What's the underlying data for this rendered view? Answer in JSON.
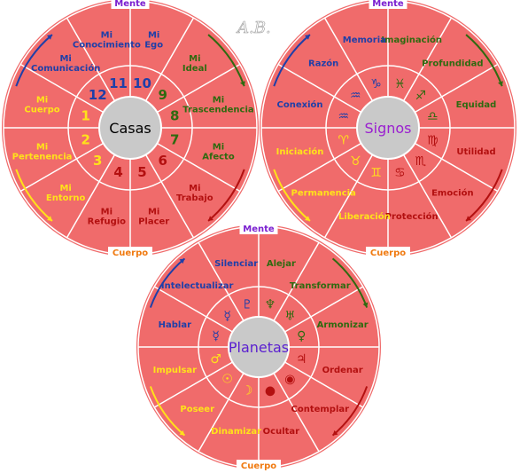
{
  "signature": "A.B.",
  "colors": {
    "wheel": "#f06b6b",
    "divider": "#ffffff",
    "hub": "#c9c9c9",
    "mind_label": "#7a1fd0",
    "body_label": "#f07a10",
    "blue": "#1f3fa8",
    "green": "#2f6a10",
    "red": "#b31010",
    "yellow": "#ffe21a"
  },
  "casas": {
    "title": "Casas",
    "top": "Mente",
    "bottom": "Cuerpo",
    "segments": [
      {
        "label": "Mi\nEgo",
        "color": "blue"
      },
      {
        "label": "Mi\nIdeal",
        "color": "green"
      },
      {
        "label": "Mi\nTrascendencia",
        "color": "green"
      },
      {
        "label": "Mi\nAfecto",
        "color": "green"
      },
      {
        "label": "Mi\nTrabajo",
        "color": "red"
      },
      {
        "label": "Mi\nPlacer",
        "color": "red"
      },
      {
        "label": "Mi\nRefugio",
        "color": "red"
      },
      {
        "label": "Mi\nEntorno",
        "color": "yellow"
      },
      {
        "label": "Mi\nPertenencia",
        "color": "yellow"
      },
      {
        "label": "Mi\nCuerpo",
        "color": "yellow"
      },
      {
        "label": "Mi\nComunicación",
        "color": "blue"
      },
      {
        "label": "Mi\nConocimiento",
        "color": "blue"
      }
    ],
    "numbers": [
      {
        "text": "10",
        "color": "blue"
      },
      {
        "text": "9",
        "color": "green"
      },
      {
        "text": "8",
        "color": "green"
      },
      {
        "text": "7",
        "color": "green"
      },
      {
        "text": "6",
        "color": "red"
      },
      {
        "text": "5",
        "color": "red"
      },
      {
        "text": "4",
        "color": "red"
      },
      {
        "text": "3",
        "color": "yellow"
      },
      {
        "text": "2",
        "color": "yellow"
      },
      {
        "text": "1",
        "color": "yellow"
      },
      {
        "text": "12",
        "color": "blue"
      },
      {
        "text": "11",
        "color": "blue"
      }
    ]
  },
  "signos": {
    "title": "Signos",
    "top": "Mente",
    "bottom": "Cuerpo",
    "segments": [
      {
        "label": "Imaginación",
        "color": "green"
      },
      {
        "label": "Profundidad",
        "color": "green"
      },
      {
        "label": "Equidad",
        "color": "green"
      },
      {
        "label": "Utilidad",
        "color": "red"
      },
      {
        "label": "Emoción",
        "color": "red"
      },
      {
        "label": "Protección",
        "color": "red"
      },
      {
        "label": "Liberación",
        "color": "yellow"
      },
      {
        "label": "Permanencia",
        "color": "yellow"
      },
      {
        "label": "Iniciación",
        "color": "yellow"
      },
      {
        "label": "Conexión",
        "color": "blue"
      },
      {
        "label": "Razón",
        "color": "blue"
      },
      {
        "label": "Memoria",
        "color": "blue"
      }
    ],
    "glyphs": [
      {
        "text": "♓",
        "color": "green"
      },
      {
        "text": "♐",
        "color": "green"
      },
      {
        "text": "♎",
        "color": "green"
      },
      {
        "text": "♍",
        "color": "red"
      },
      {
        "text": "♏",
        "color": "red"
      },
      {
        "text": "♋",
        "color": "red"
      },
      {
        "text": "♊",
        "color": "yellow"
      },
      {
        "text": "♉",
        "color": "yellow"
      },
      {
        "text": "♈",
        "color": "yellow"
      },
      {
        "text": "♒",
        "color": "blue"
      },
      {
        "text": "♒",
        "color": "blue"
      },
      {
        "text": "♑",
        "color": "blue"
      }
    ]
  },
  "planetas": {
    "title": "Planetas",
    "top": "Mente",
    "bottom": "Cuerpo",
    "segments": [
      {
        "label": "Alejar",
        "color": "green"
      },
      {
        "label": "Transformar",
        "color": "green"
      },
      {
        "label": "Armonizar",
        "color": "green"
      },
      {
        "label": "Ordenar",
        "color": "red"
      },
      {
        "label": "Contemplar",
        "color": "red"
      },
      {
        "label": "Ocultar",
        "color": "red"
      },
      {
        "label": "Dinamizar",
        "color": "yellow"
      },
      {
        "label": "Poseer",
        "color": "yellow"
      },
      {
        "label": "Impulsar",
        "color": "yellow"
      },
      {
        "label": "Hablar",
        "color": "blue"
      },
      {
        "label": "Intelectualizar",
        "color": "blue"
      },
      {
        "label": "Silenciar",
        "color": "blue"
      }
    ],
    "glyphs": [
      {
        "text": "♆",
        "color": "green"
      },
      {
        "text": "♅",
        "color": "green"
      },
      {
        "text": "♀",
        "color": "green"
      },
      {
        "text": "♃",
        "color": "red"
      },
      {
        "text": "◉",
        "color": "red"
      },
      {
        "text": "●",
        "color": "red"
      },
      {
        "text": "☽",
        "color": "yellow"
      },
      {
        "text": "☉",
        "color": "yellow"
      },
      {
        "text": "♂",
        "color": "yellow"
      },
      {
        "text": "☿",
        "color": "blue"
      },
      {
        "text": "☿",
        "color": "blue"
      },
      {
        "text": "♇",
        "color": "blue"
      }
    ]
  }
}
